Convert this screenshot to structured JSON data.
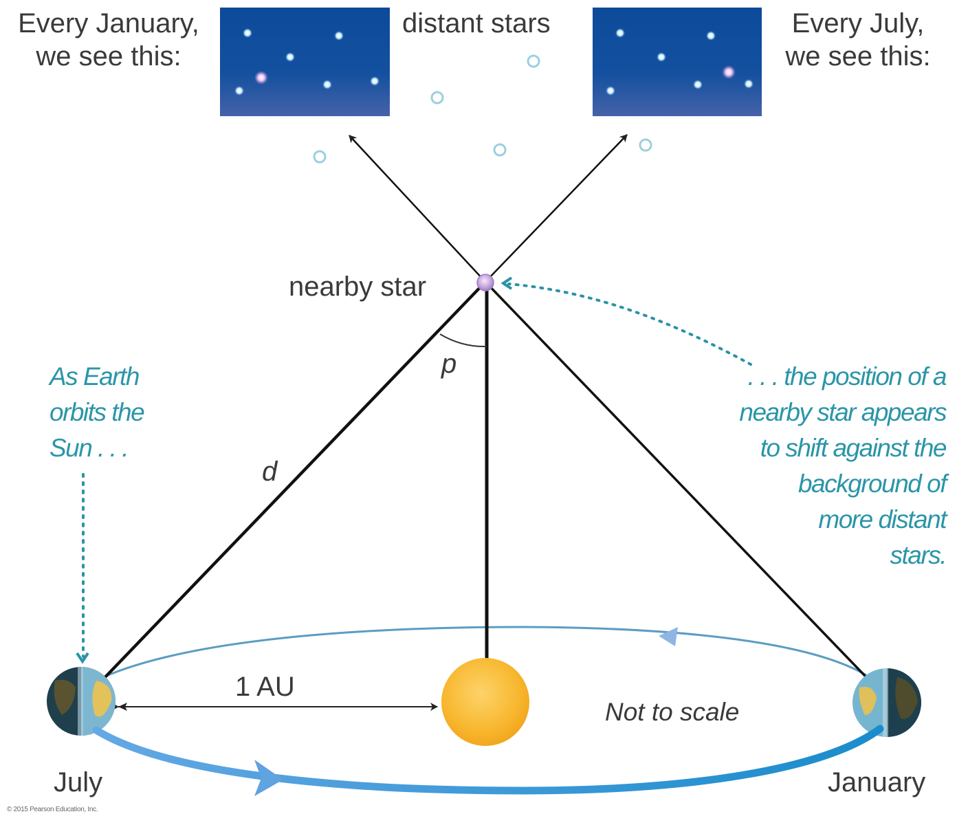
{
  "labels": {
    "january_view_line1": "Every January,",
    "january_view_line2": "we see this:",
    "july_view_line1": "Every July,",
    "july_view_line2": "we see this:",
    "distant_stars": "distant stars",
    "nearby_star": "nearby star",
    "parallax_angle": "p",
    "distance": "d",
    "au": "1 AU",
    "not_to_scale": "Not to scale",
    "july": "July",
    "january": "January",
    "copyright": "© 2015 Pearson Education, Inc."
  },
  "captions": {
    "left": [
      "As Earth",
      "orbits the",
      "Sun . . ."
    ],
    "right": [
      ". . . the position of a",
      "nearby star appears",
      "to shift against the",
      "background of",
      "more distant",
      "stars."
    ]
  },
  "colors": {
    "sky_top": "#0d4a9a",
    "sky_bottom": "#4562a8",
    "caption_teal": "#2b95a8",
    "orbit_blue": "#3a8fd0",
    "sun_yellow": "#f8b830",
    "nearby_star_purple": "#b89ad6",
    "distant_star_ring": "#8fc6d8"
  }
}
